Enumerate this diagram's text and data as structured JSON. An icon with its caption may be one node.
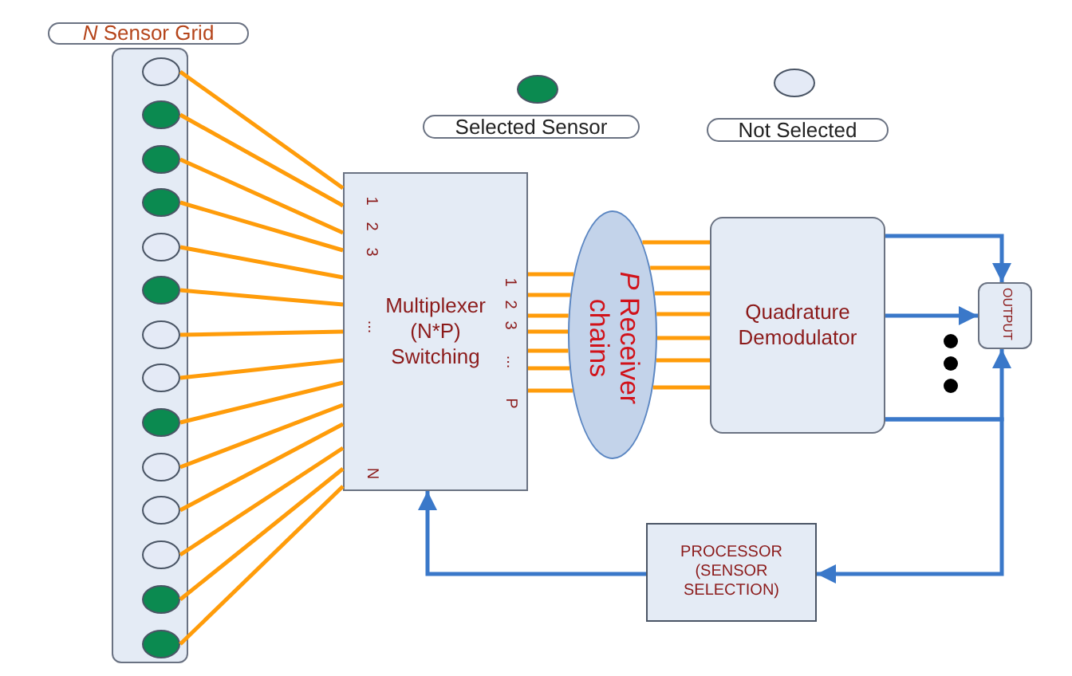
{
  "diagram": {
    "nodes": [
      {
        "text": [
          "*N* Sensor Grid"
        ]
      },
      {
        "text": [],
        "shape": "circle",
        "in": 0
      },
      {
        "text": [],
        "shape": "circle",
        "in": 0
      },
      {
        "text": [],
        "shape": "circle",
        "in": 0
      },
      {
        "text": [],
        "shape": "circle",
        "in": 0
      },
      {
        "text": [],
        "shape": "circle",
        "in": 0
      },
      {
        "text": [],
        "shape": "circle",
        "in": 0
      },
      {
        "text": [],
        "shape": "circle",
        "in": 0
      },
      {
        "text": [],
        "shape": "circle",
        "in": 0
      },
      {
        "text": [],
        "shape": "circle",
        "in": 0
      },
      {
        "text": [],
        "shape": "circle",
        "in": 0
      },
      {
        "text": [],
        "shape": "circle",
        "in": 0
      },
      {
        "text": [],
        "shape": "circle",
        "in": 0
      },
      {
        "text": [],
        "shape": "circle",
        "in": 0
      },
      {
        "text": [],
        "shape": "circle",
        "in": 0
      },
      {
        "text": [
          "Multiplexer (N*P) Switching"
        ]
      },
      {
        "text": [
          "*P* Receiver chains"
        ]
      },
      {
        "text": [
          "Quadrature Demodulator"
        ]
      },
      {
        "text": [
          "OUTPUT"
        ]
      },
      {
        "text": [
          "PROCESSOR (SENSOR SELECTION)"
        ]
      }
    ],
    "edges": [
      {
        "from": 1,
        "to": 15,
        "arrow": "none"
      },
      {
        "from": 2,
        "to": 15,
        "arrow": "none"
      },
      {
        "from": 3,
        "to": 15,
        "arrow": "none"
      },
      {
        "from": 4,
        "to": 15,
        "arrow": "none"
      },
      {
        "from": 5,
        "to": 15,
        "arrow": "none"
      },
      {
        "from": 6,
        "to": 15,
        "arrow": "none"
      },
      {
        "from": 7,
        "to": 15,
        "arrow": "none"
      },
      {
        "from": 8,
        "to": 15,
        "arrow": "none"
      },
      {
        "from": 9,
        "to": 15,
        "arrow": "none"
      },
      {
        "from": 10,
        "to": 15,
        "arrow": "none"
      },
      {
        "from": 11,
        "to": 15,
        "arrow": "none"
      },
      {
        "from": 12,
        "to": 15,
        "arrow": "none"
      },
      {
        "from": 13,
        "to": 15,
        "arrow": "none"
      },
      {
        "from": 14,
        "to": 15,
        "arrow": "none"
      },
      {
        "from": 15,
        "to": 16,
        "arrow": "none"
      },
      {
        "from": 15,
        "to": 16,
        "arrow": "none"
      },
      {
        "from": 15,
        "to": 16,
        "arrow": "none"
      },
      {
        "from": 15,
        "to": 16,
        "arrow": "none"
      },
      {
        "from": 15,
        "to": 16,
        "arrow": "none"
      },
      {
        "from": 15,
        "to": 16,
        "arrow": "none"
      },
      {
        "from": 15,
        "to": 16,
        "arrow": "none"
      },
      {
        "from": 16,
        "to": 17,
        "arrow": "none"
      },
      {
        "from": 16,
        "to": 17,
        "arrow": "none"
      },
      {
        "from": 16,
        "to": 17,
        "arrow": "none"
      },
      {
        "from": 16,
        "to": 17,
        "arrow": "none"
      },
      {
        "from": 16,
        "to": 17,
        "arrow": "none"
      },
      {
        "from": 16,
        "to": 17,
        "arrow": "none"
      },
      {
        "from": 16,
        "to": 17,
        "arrow": "none"
      },
      {
        "from": 17,
        "to": 18,
        "arrow": "to",
        "color": "#3a78c9"
      },
      {
        "from": 17,
        "to": 18,
        "arrow": "to",
        "color": "#3a78c9"
      },
      {
        "from": 17,
        "to": 18,
        "arrow": "to",
        "color": "#3a78c9"
      },
      {
        "from": 17,
        "to": 19,
        "arrow": "to",
        "color": "#3a78c9"
      },
      {
        "from": 19,
        "to": 15,
        "arrow": "to",
        "color": "#3a78c9"
      }
    ],
    "labels": [
      "1",
      "2",
      "3",
      "...",
      "N",
      "1",
      "2",
      "3",
      "...",
      "P"
    ],
    "legend": [
      {
        "text": "Selected Sensor",
        "color": "#0b8a50"
      },
      {
        "text": "Not Selected",
        "color": "#e4eaf6"
      }
    ]
  }
}
